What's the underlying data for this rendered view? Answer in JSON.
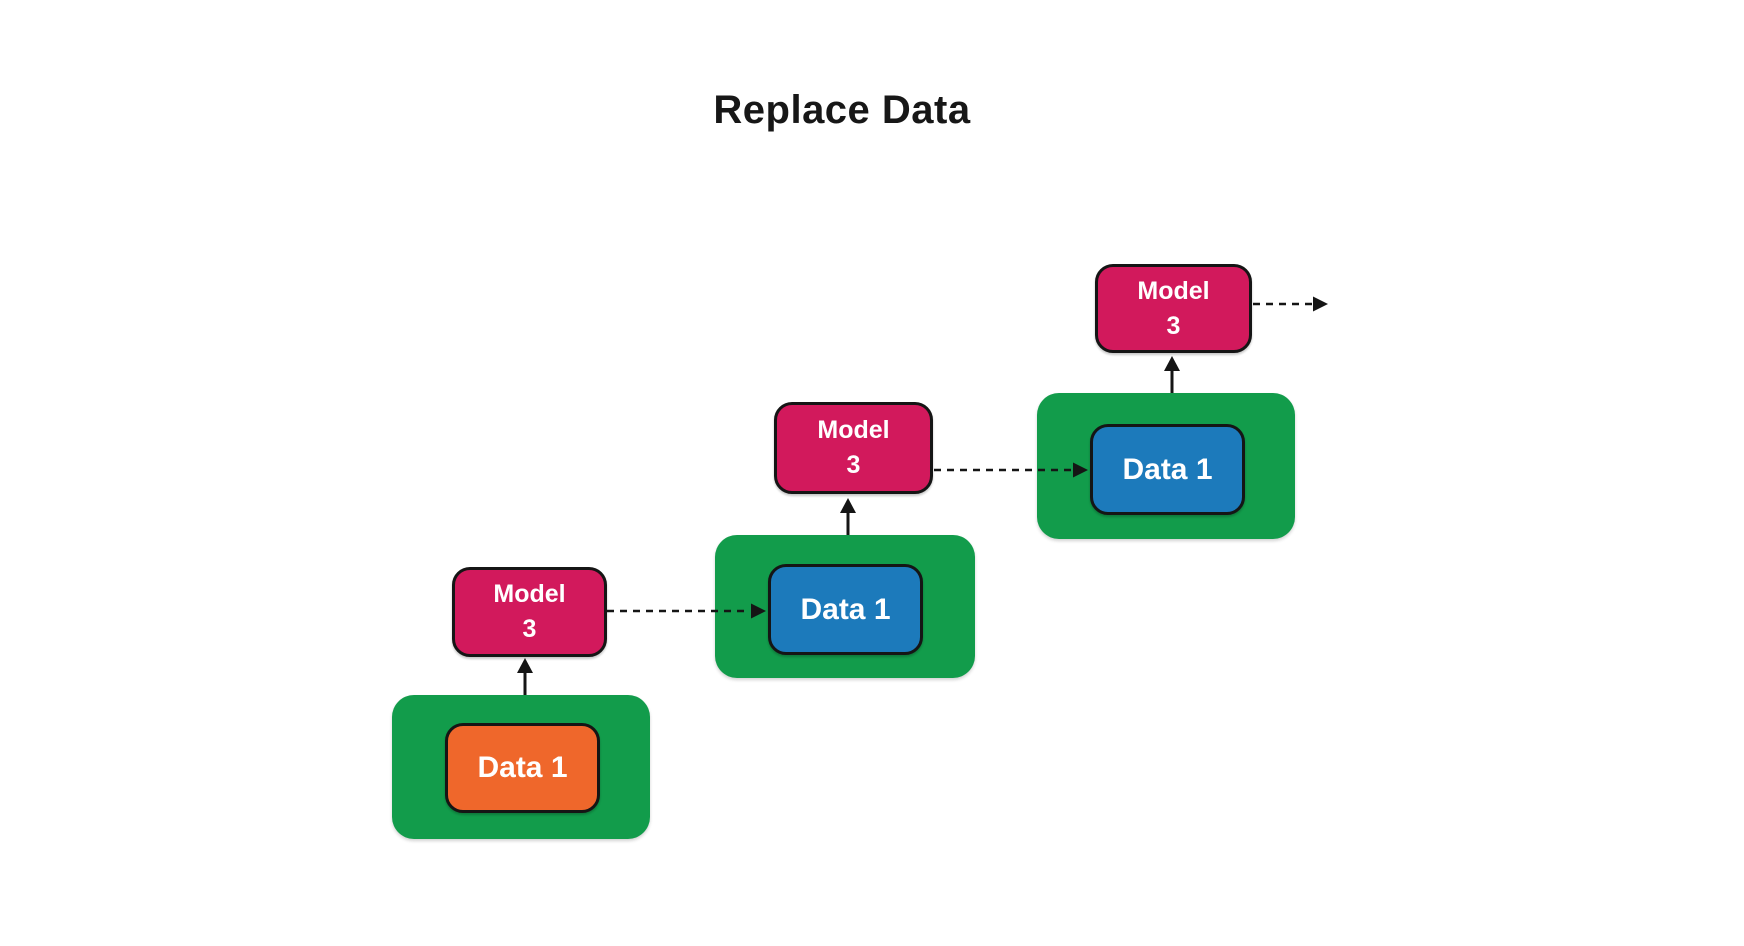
{
  "title": "Replace Data",
  "colors": {
    "container_green": "#129C4B",
    "model_pink": "#D2195C",
    "data_blue": "#1C7ABB",
    "data_orange": "#EF672B",
    "arrow_black": "#151515",
    "node_border": "#151515",
    "node_text": "#FFFFFF",
    "title_text": "#171717"
  },
  "stages": [
    {
      "model_line1": "Model",
      "model_line2": "3",
      "data_label": "Data 1",
      "data_color": "#EF672B"
    },
    {
      "model_line1": "Model",
      "model_line2": "3",
      "data_label": "Data 1",
      "data_color": "#1C7ABB"
    },
    {
      "model_line1": "Model",
      "model_line2": "3",
      "data_label": "Data 1",
      "data_color": "#1C7ABB"
    }
  ]
}
